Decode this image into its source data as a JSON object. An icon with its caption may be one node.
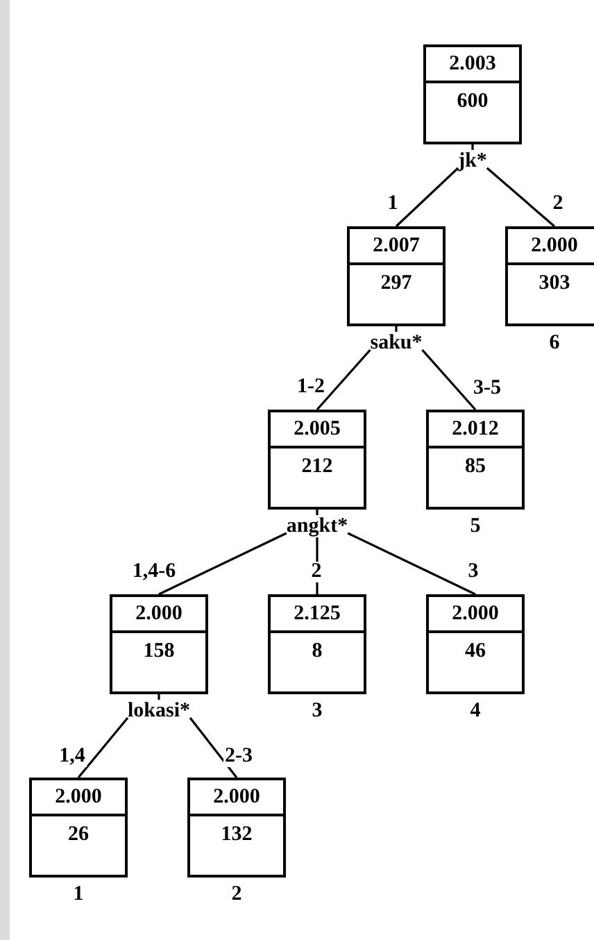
{
  "diagram": {
    "nodes": [
      {
        "text": [
          "2.003",
          "600"
        ]
      },
      {
        "text": [
          "jk*"
        ]
      },
      {
        "text": [
          "2.007",
          "297"
        ]
      },
      {
        "text": [
          "2.000",
          "303"
        ],
        "beside": [
          "6"
        ]
      },
      {
        "text": [
          "saku*"
        ]
      },
      {
        "text": [
          "2.005",
          "212"
        ]
      },
      {
        "text": [
          "2.012",
          "85"
        ],
        "beside": [
          "5"
        ]
      },
      {
        "text": [
          "angkt*"
        ]
      },
      {
        "text": [
          "2.000",
          "158"
        ]
      },
      {
        "text": [
          "2.125",
          "8"
        ],
        "beside": [
          "3"
        ]
      },
      {
        "text": [
          "2.000",
          "46"
        ],
        "beside": [
          "4"
        ]
      },
      {
        "text": [
          "lokasi*"
        ]
      },
      {
        "text": [
          "2.000",
          "26"
        ],
        "beside": [
          "1"
        ]
      },
      {
        "text": [
          "2.000",
          "132"
        ],
        "beside": [
          "2"
        ]
      }
    ],
    "edges": [
      {
        "from": 0,
        "to": 1,
        "arrow": "none"
      },
      {
        "from": 1,
        "to": 2,
        "arrow": "none",
        "label": "1"
      },
      {
        "from": 1,
        "to": 3,
        "arrow": "none",
        "label": "2"
      },
      {
        "from": 2,
        "to": 4,
        "arrow": "none"
      },
      {
        "from": 4,
        "to": 5,
        "arrow": "none",
        "label": "1-2"
      },
      {
        "from": 4,
        "to": 6,
        "arrow": "none",
        "label": "3-5"
      },
      {
        "from": 5,
        "to": 7,
        "arrow": "none"
      },
      {
        "from": 7,
        "to": 8,
        "arrow": "none",
        "label": "1,4-6"
      },
      {
        "from": 7,
        "to": 9,
        "arrow": "none",
        "label": "2"
      },
      {
        "from": 7,
        "to": 10,
        "arrow": "none",
        "label": "3"
      },
      {
        "from": 8,
        "to": 11,
        "arrow": "none"
      },
      {
        "from": 11,
        "to": 12,
        "arrow": "none",
        "label": "1,4"
      },
      {
        "from": 11,
        "to": 13,
        "arrow": "none",
        "label": "2-3"
      }
    ]
  }
}
